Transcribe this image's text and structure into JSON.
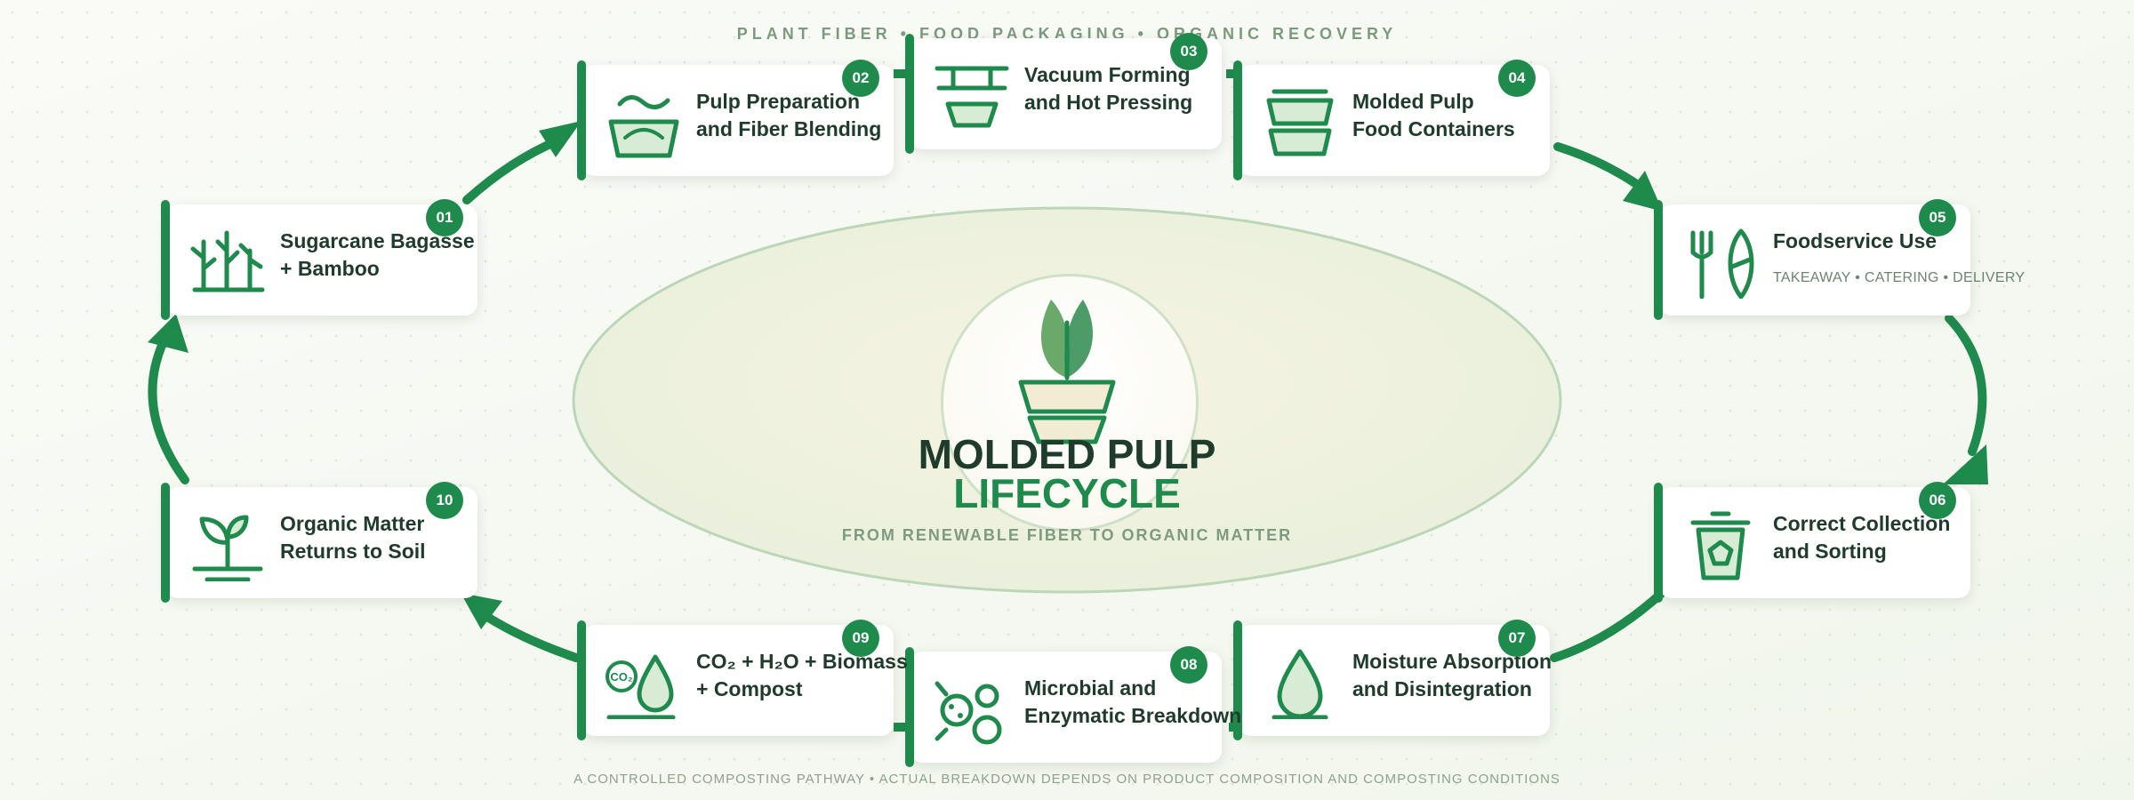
{
  "header": "PLANT FIBER • FOOD PACKAGING • ORGANIC RECOVERY",
  "footer": "A CONTROLLED COMPOSTING PATHWAY • ACTUAL BREAKDOWN DEPENDS ON PRODUCT COMPOSITION AND COMPOSTING CONDITIONS",
  "hub": {
    "title_line1": "MOLDED PULP",
    "title_line2": "LIFECYCLE",
    "subtitle": "FROM RENEWABLE FIBER TO ORGANIC MATTER",
    "icon": "seedling-container-icon"
  },
  "colors": {
    "accent": "#1e8a4c",
    "dark_text": "#1f3b2b",
    "muted_text": "#7e9a80",
    "light_green": "#d8ebd5",
    "cream": "#f3ecd4"
  },
  "steps": [
    {
      "number": "01",
      "label": "Sugarcane Bagasse\n+ Bamboo",
      "sublabel": "",
      "icon": "bamboo-icon"
    },
    {
      "number": "02",
      "label": "Pulp Preparation\nand Fiber Blending",
      "sublabel": "",
      "icon": "pulp-vat-icon"
    },
    {
      "number": "03",
      "label": "Vacuum Forming\nand Hot Pressing",
      "sublabel": "",
      "icon": "press-mold-icon"
    },
    {
      "number": "04",
      "label": "Molded Pulp\nFood Containers",
      "sublabel": "",
      "icon": "stacked-containers-icon"
    },
    {
      "number": "05",
      "label": "Foodservice Use",
      "sublabel": "TAKEAWAY • CATERING • DELIVERY",
      "icon": "fork-leaf-icon"
    },
    {
      "number": "06",
      "label": "Correct Collection\nand Sorting",
      "sublabel": "",
      "icon": "compost-bin-icon"
    },
    {
      "number": "07",
      "label": "Moisture Absorption\nand Disintegration",
      "sublabel": "",
      "icon": "water-drop-icon"
    },
    {
      "number": "08",
      "label": "Microbial and\nEnzymatic Breakdown",
      "sublabel": "",
      "icon": "microbes-icon"
    },
    {
      "number": "09",
      "label": "CO₂ + H₂O + Biomass\n+ Compost",
      "sublabel": "",
      "icon": "co2-drop-icon"
    },
    {
      "number": "10",
      "label": "Organic Matter\nReturns to Soil",
      "sublabel": "",
      "icon": "sprout-soil-icon"
    }
  ]
}
